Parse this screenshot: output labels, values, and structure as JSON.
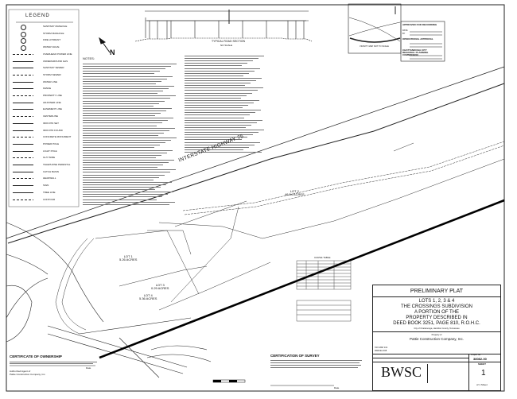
{
  "legend": {
    "title": "LEGEND",
    "items": [
      "SANITARY MANHOLE",
      "STORM MANHOLE",
      "FIRE HYDRANT",
      "WATER VALVE",
      "OVERHEAD POWER LINE",
      "UNDERGROUND GAS",
      "SANITARY SEWER",
      "STORM SEWER",
      "WATER LINE",
      "FENCE",
      "PROPERTY LINE",
      "ADJOINER LINE",
      "EASEMENT LINE",
      "CENTERLINE",
      "IRON PIN SET",
      "IRON PIN FOUND",
      "CONCRETE MONUMENT",
      "POWER POLE",
      "LIGHT POLE",
      "GUY WIRE",
      "TELEPHONE PEDESTAL",
      "CATCH BASIN",
      "HEADWALL",
      "SIGN",
      "TREE LINE",
      "CONTOUR"
    ]
  },
  "north_arrow": {
    "label": "N"
  },
  "road_section": {
    "caption": "TYPICAL ROAD SECTION",
    "scale": "NO SCALE"
  },
  "notes": {
    "heading": "NOTES:"
  },
  "approvals": {
    "blocks": [
      "APPROVED FOR RECORDING",
      "OPERATIONAL APPROVAL",
      "CHATTANOOGA CITY REGIONAL PLANNING COMMISSION"
    ],
    "date_label": "DATE",
    "by_label": "BY"
  },
  "vicinity_map": {
    "caption": "VICINITY MAP NOT TO SCALE"
  },
  "plan": {
    "highway": "INTERSTATE HIGHWAY 75",
    "lots": [
      {
        "name": "LOT 1",
        "area": "5.26 ACRES"
      },
      {
        "name": "LOT 2",
        "area": "46.54 ACRES"
      },
      {
        "name": "LOT 3",
        "area": "0.29 ACRES"
      },
      {
        "name": "LOT 4",
        "area": "5.36 ACRES"
      }
    ]
  },
  "curve_table": {
    "title": "CURVE TABLE"
  },
  "certificates": {
    "ownership": {
      "title": "CERTIFICATE OF OWNERSHIP",
      "signer": "Authorized Agent of",
      "company": "Pattie Construction Company, Inc.",
      "date_label": "Date"
    },
    "survey": {
      "title": "CERTIFICATION OF SURVEY",
      "date_label": "Date"
    }
  },
  "title_block": {
    "heading": "PRELIMINARY PLAT",
    "lines": [
      "LOTS 1, 2, 3 & 4",
      "THE CROSSINGS SUBDIVISION",
      "A PORTION OF THE",
      "PROPERTY DESCRIBED IN",
      "DEED BOOK 3251, PAGE 810, R.O.H.C."
    ],
    "location": "City of Chattanooga, Hamilton County, Tennessee",
    "property_of": "Property of",
    "owner": "Pattie Construction Company, Inc.",
    "tax_map": "TAX MAP 131",
    "parcel": "PARCEL 008",
    "project_label": "Project No.",
    "project_no": "38082-00",
    "sheet_label": "SHEET",
    "sheet_no": "1",
    "sheet_of": "of 1 Sheet",
    "firm": "BWSC"
  }
}
